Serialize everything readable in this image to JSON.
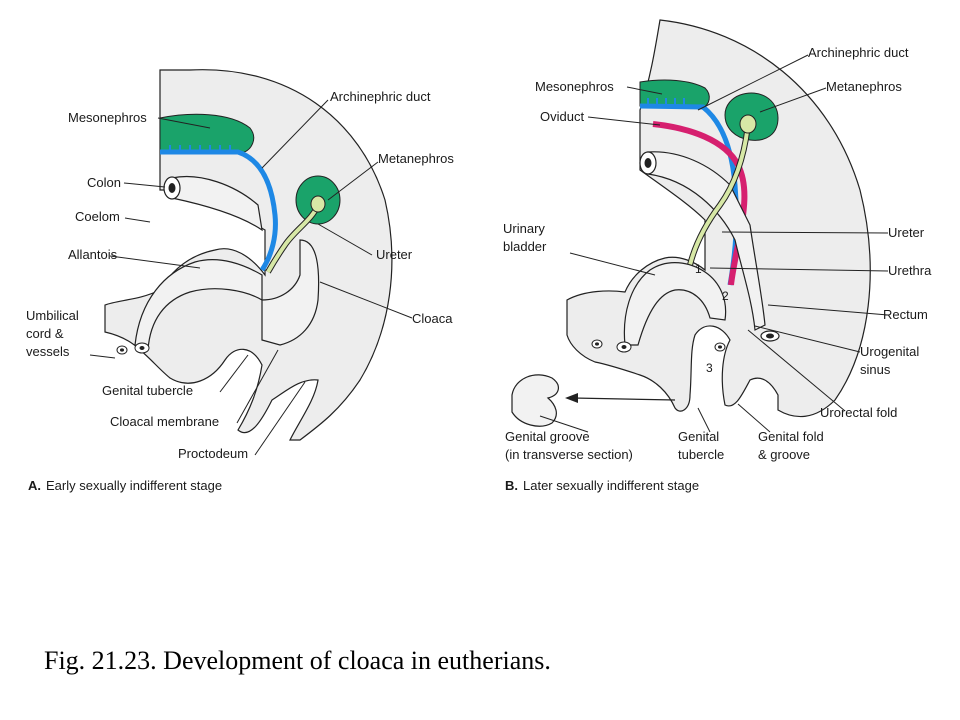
{
  "panel_a": {
    "letter": "A.",
    "title": "Early sexually indifferent stage",
    "labels": {
      "mesonephros": "Mesonephros",
      "archinephric_duct": "Archinephric duct",
      "metanephros": "Metanephros",
      "colon": "Colon",
      "coelom": "Coelom",
      "allantois": "Allantois",
      "ureter": "Ureter",
      "umbilical_1": "Umbilical",
      "umbilical_2": "cord &",
      "umbilical_3": "vessels",
      "cloaca": "Cloaca",
      "genital_tubercle": "Genital tubercle",
      "cloacal_membrane": "Cloacal membrane",
      "proctodeum": "Proctodeum"
    }
  },
  "panel_b": {
    "letter": "B.",
    "title": "Later sexually indifferent stage",
    "labels": {
      "archinephric_duct": "Archinephric duct",
      "mesonephros": "Mesonephros",
      "metanephros": "Metanephros",
      "oviduct": "Oviduct",
      "urinary_1": "Urinary",
      "urinary_2": "bladder",
      "ureter": "Ureter",
      "urethra": "Urethra",
      "rectum": "Rectum",
      "urogenital_1": "Urogenital",
      "urogenital_2": "sinus",
      "urorectal_fold": "Urorectal fold",
      "genital_groove_1": "Genital groove",
      "genital_groove_2": "(in transverse section)",
      "genital_tubercle_1": "Genital",
      "genital_tubercle_2": "tubercle",
      "genital_fold_1": "Genital fold",
      "genital_fold_2": "& groove",
      "num_1": "1",
      "num_2": "2",
      "num_3": "3"
    }
  },
  "colors": {
    "mesonephros": "#1aa36a",
    "archinephric_duct": "#1e88e5",
    "oviduct": "#d6206f",
    "ureter": "#d7e8a6",
    "body": "#ededed"
  },
  "caption": "Fig. 21.23. Development of cloaca in eutherians."
}
